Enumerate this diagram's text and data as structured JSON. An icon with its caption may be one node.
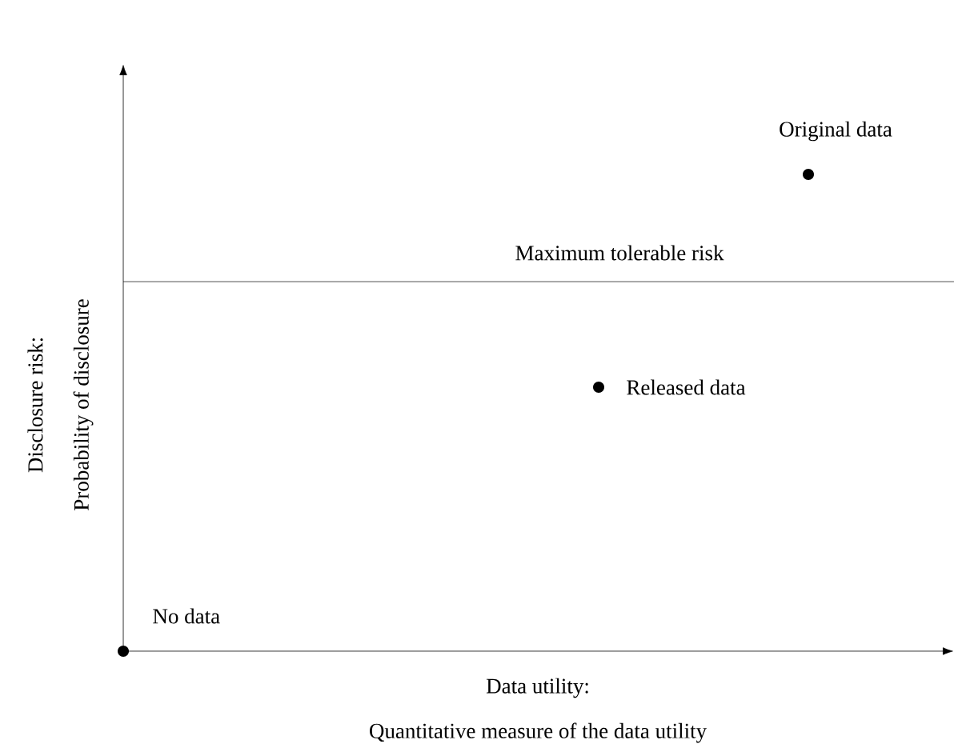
{
  "diagram": {
    "labels": [
      "Original data",
      "Maximum tolerable risk",
      "Released data",
      "No data",
      "Data utility:",
      "Quantitative measure of the data utility",
      "Disclosure risk:",
      "Probability of disclosure"
    ]
  }
}
